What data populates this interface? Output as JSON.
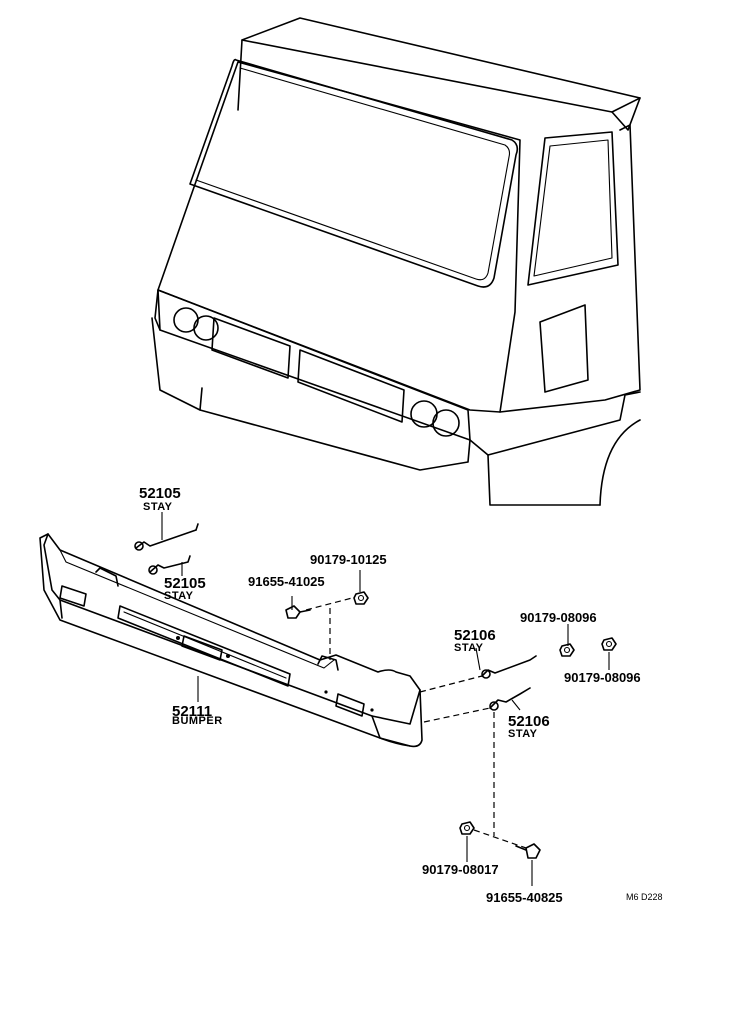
{
  "labels": {
    "stay_52105_top": {
      "number": "52105",
      "name": "STAY"
    },
    "stay_52105_bottom": {
      "number": "52105",
      "name": "STAY"
    },
    "bolt_91655_41025": {
      "number": "91655-41025"
    },
    "nut_90179_10125": {
      "number": "90179-10125"
    },
    "bumper_52111": {
      "number": "52111",
      "name": "BUMPER"
    },
    "stay_52106_top": {
      "number": "52106",
      "name": "STAY"
    },
    "stay_52106_bottom": {
      "number": "52106",
      "name": "STAY"
    },
    "nut_90179_08096_top": {
      "number": "90179-08096"
    },
    "nut_90179_08096_right": {
      "number": "90179-08096"
    },
    "nut_90179_08017": {
      "number": "90179-08017"
    },
    "bolt_91655_40825": {
      "number": "91655-40825"
    }
  },
  "figure_code": "M6 D228"
}
